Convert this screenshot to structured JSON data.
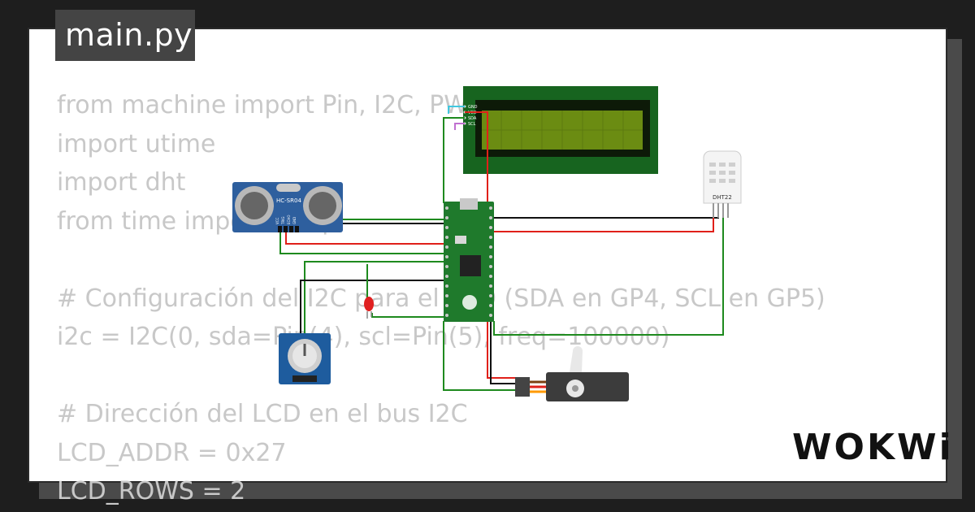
{
  "file_tab": {
    "label": "main.py"
  },
  "code_lines": [
    "from machine import Pin, I2C, PWM",
    "import utime",
    "import dht",
    "from time import sleep",
    "",
    "# Configuración del I2C para el LCD (SDA en GP4, SCL en GP5)",
    "i2c = I2C(0, sda=Pin(4), scl=Pin(5), freq=100000)",
    "",
    "# Dirección del LCD en el bus I2C",
    "LCD_ADDR = 0x27",
    "LCD_ROWS = 2"
  ],
  "components": {
    "ultrasonic": {
      "label": "HC-SR04",
      "pins": [
        "VCC",
        "TRIG",
        "ECHO",
        "GND"
      ]
    },
    "lcd": {
      "pins": [
        "GND",
        "VCC",
        "SDA",
        "SCL"
      ]
    },
    "dht": {
      "label": "DHT22"
    }
  },
  "brand": {
    "label": "WOKWi"
  },
  "colors": {
    "lcd_board": "#17641f",
    "lcd_screen": "#6b8c12",
    "pico_board": "#1f7a2c",
    "wire_red": "#e0201a",
    "wire_green": "#1e8a1e",
    "wire_black": "#111111",
    "wire_cyan": "#40c8e0",
    "wire_purple": "#c070d0",
    "ultrasonic_board": "#2e5f9e",
    "pot_board": "#1e5c9e"
  }
}
